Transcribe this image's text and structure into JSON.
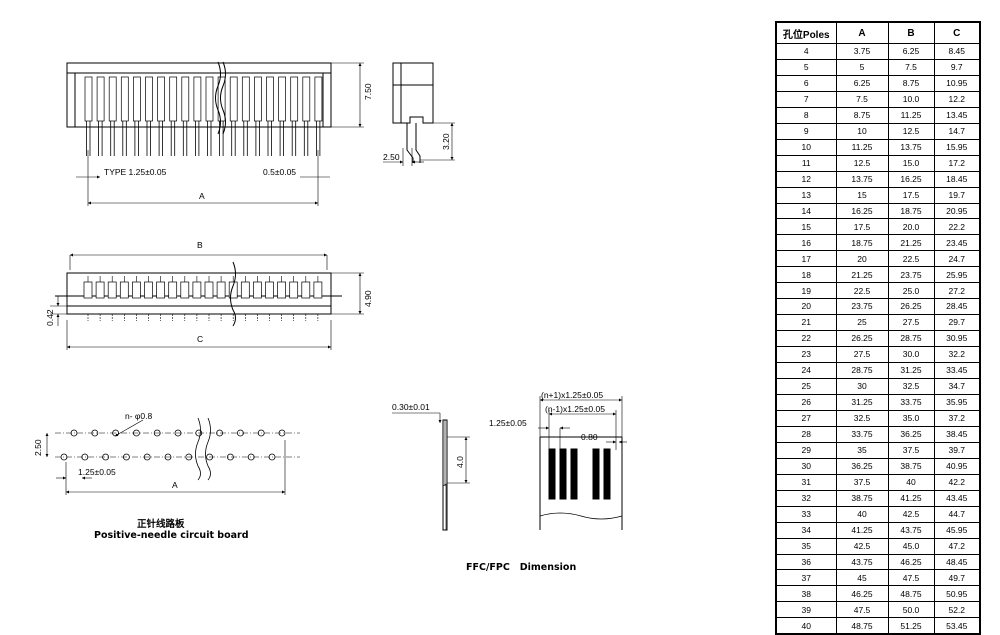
{
  "drawing": {
    "side_view": {
      "type_label": "TYPE 1.25±0.05",
      "pitch_label": "0.5±0.05",
      "dim_a": "A",
      "height": "7.50"
    },
    "end_view": {
      "height": "3.20",
      "width": "2.50"
    },
    "top_view": {
      "dim_b": "B",
      "dim_c": "C",
      "height": "4.90",
      "offset": "0.42"
    },
    "pcb": {
      "hole_label": "n- φ0.8",
      "row_pitch": "2.50",
      "pitch": "1.25±0.05",
      "dim_a": "A",
      "caption_cn": "正针线路板",
      "caption_en": "Positive-needle circuit board"
    },
    "ffc": {
      "thickness": "0.30±0.01",
      "length": "4.0",
      "total": "(n+1)x1.25±0.05",
      "span": "(n-1)x1.25±0.05",
      "pitch": "1.25±0.05",
      "width": "0.80",
      "caption": "FFC/FPC   Dimension"
    }
  },
  "table": {
    "headers": [
      "孔位Poles",
      "A",
      "B",
      "C"
    ],
    "rows": [
      [
        "4",
        "3.75",
        "6.25",
        "8.45"
      ],
      [
        "5",
        "5",
        "7.5",
        "9.7"
      ],
      [
        "6",
        "6.25",
        "8.75",
        "10.95"
      ],
      [
        "7",
        "7.5",
        "10.0",
        "12.2"
      ],
      [
        "8",
        "8.75",
        "11.25",
        "13.45"
      ],
      [
        "9",
        "10",
        "12.5",
        "14.7"
      ],
      [
        "10",
        "11.25",
        "13.75",
        "15.95"
      ],
      [
        "11",
        "12.5",
        "15.0",
        "17.2"
      ],
      [
        "12",
        "13.75",
        "16.25",
        "18.45"
      ],
      [
        "13",
        "15",
        "17.5",
        "19.7"
      ],
      [
        "14",
        "16.25",
        "18.75",
        "20.95"
      ],
      [
        "15",
        "17.5",
        "20.0",
        "22.2"
      ],
      [
        "16",
        "18.75",
        "21.25",
        "23.45"
      ],
      [
        "17",
        "20",
        "22.5",
        "24.7"
      ],
      [
        "18",
        "21.25",
        "23.75",
        "25.95"
      ],
      [
        "19",
        "22.5",
        "25.0",
        "27.2"
      ],
      [
        "20",
        "23.75",
        "26.25",
        "28.45"
      ],
      [
        "21",
        "25",
        "27.5",
        "29.7"
      ],
      [
        "22",
        "26.25",
        "28.75",
        "30.95"
      ],
      [
        "23",
        "27.5",
        "30.0",
        "32.2"
      ],
      [
        "24",
        "28.75",
        "31.25",
        "33.45"
      ],
      [
        "25",
        "30",
        "32.5",
        "34.7"
      ],
      [
        "26",
        "31.25",
        "33.75",
        "35.95"
      ],
      [
        "27",
        "32.5",
        "35.0",
        "37.2"
      ],
      [
        "28",
        "33.75",
        "36.25",
        "38.45"
      ],
      [
        "29",
        "35",
        "37.5",
        "39.7"
      ],
      [
        "30",
        "36.25",
        "38.75",
        "40.95"
      ],
      [
        "31",
        "37.5",
        "40",
        "42.2"
      ],
      [
        "32",
        "38.75",
        "41.25",
        "43.45"
      ],
      [
        "33",
        "40",
        "42.5",
        "44.7"
      ],
      [
        "34",
        "41.25",
        "43.75",
        "45.95"
      ],
      [
        "35",
        "42.5",
        "45.0",
        "47.2"
      ],
      [
        "36",
        "43.75",
        "46.25",
        "48.45"
      ],
      [
        "37",
        "45",
        "47.5",
        "49.7"
      ],
      [
        "38",
        "46.25",
        "48.75",
        "50.95"
      ],
      [
        "39",
        "47.5",
        "50.0",
        "52.2"
      ],
      [
        "40",
        "48.75",
        "51.25",
        "53.45"
      ]
    ]
  }
}
